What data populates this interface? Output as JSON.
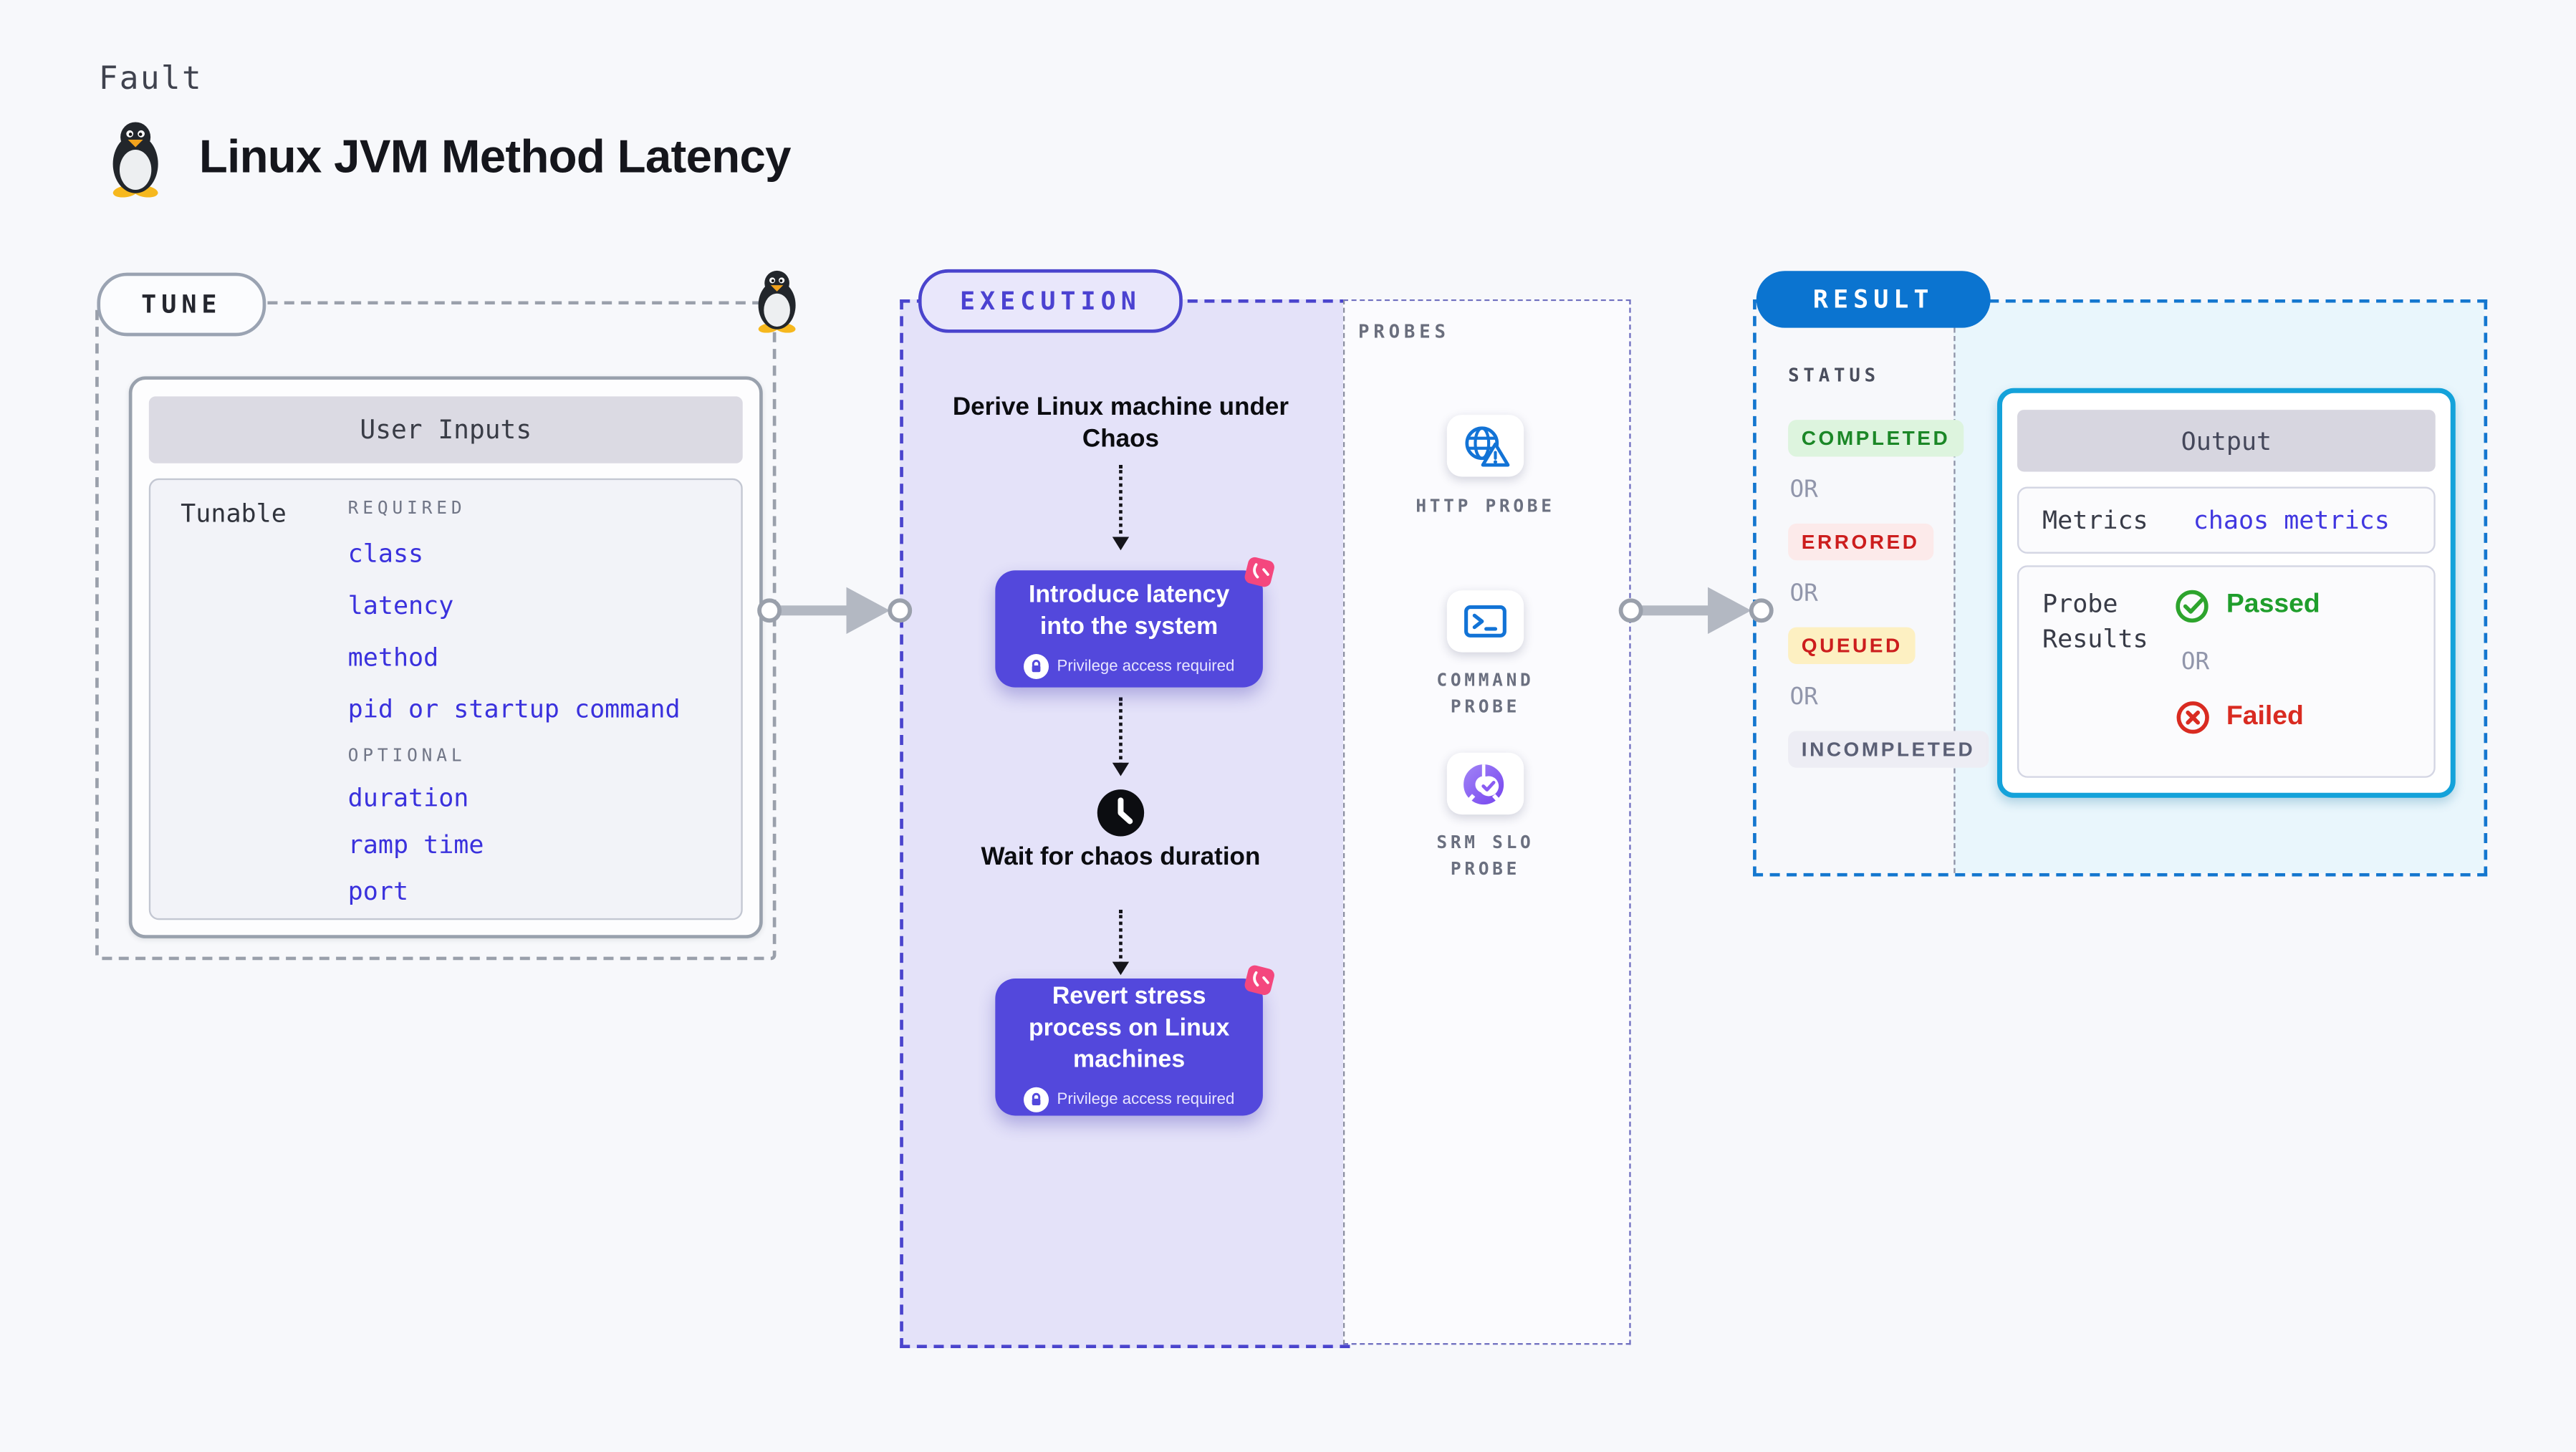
{
  "header": {
    "fault_label": "Fault",
    "title": "Linux JVM Method Latency"
  },
  "tune": {
    "pill": "TUNE",
    "user_inputs_title": "User Inputs",
    "tunable_label": "Tunable",
    "required_label": "REQUIRED",
    "optional_label": "OPTIONAL",
    "required_fields": [
      "class",
      "latency",
      "method",
      "pid or startup command"
    ],
    "optional_fields": [
      "duration",
      "ramp time",
      "port"
    ]
  },
  "execution": {
    "pill": "EXECUTION",
    "derive_step": "Derive Linux machine under Chaos",
    "introduce_step": "Introduce latency into the system",
    "wait_step": "Wait for chaos duration",
    "revert_step": "Revert stress process on Linux machines",
    "privilege_note": "Privilege access required"
  },
  "probes": {
    "label": "PROBES",
    "items": [
      {
        "lines": "HTTP PROBE"
      },
      {
        "lines": "COMMAND\nPROBE"
      },
      {
        "lines": "SRM SLO\nPROBE"
      }
    ]
  },
  "result": {
    "pill": "RESULT",
    "status_label": "STATUS",
    "or_label": "OR",
    "statuses": [
      "COMPLETED",
      "ERRORED",
      "QUEUED",
      "INCOMPLETED"
    ],
    "output": {
      "title": "Output",
      "metrics_label": "Metrics",
      "metrics_value": "chaos metrics",
      "probe_results_label": "Probe\nResults",
      "passed": "Passed",
      "failed": "Failed"
    }
  },
  "colors": {
    "accent_indigo": "#5348dc",
    "result_blue": "#0b74d0",
    "output_border_cyan": "#14a2da",
    "link_blue": "#3a31dd",
    "passed_green": "#1f9e2c",
    "failed_red": "#d92b21"
  }
}
